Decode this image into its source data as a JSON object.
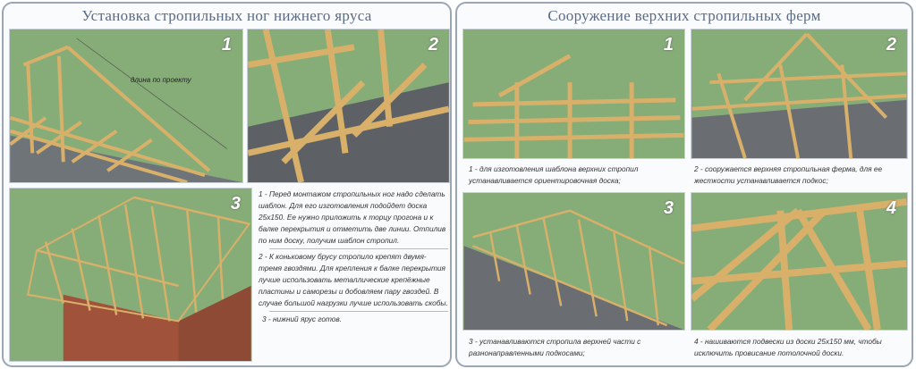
{
  "left": {
    "title": "Установка стропильных ног нижнего яруса",
    "images": [
      {
        "num": "1",
        "label": "длина по проекту"
      },
      {
        "num": "2"
      },
      {
        "num": "3"
      }
    ],
    "steps": [
      "1 - Перед монтажом стропильных ног надо сделать шаблон. Для его изготовления подойдет доска 25х150. Ее нужно приложить к торцу прогона и к балке перекрытия и отметить две линии. Отпилив по ним доску, получим шаблон стропил.",
      "2 - К коньковому брусу стропило крепят двумя-тремя гвоздями. Для крепления к балке перекрытия лучше использовать металлические крепёжные пластины и саморезы и добовляем пару гвоздей. В случае большой нагрузки лучше использовать скобы.",
      "3 - нижний ярус готов."
    ]
  },
  "right": {
    "title": "Сооружение верхних стропильных ферм",
    "images": [
      {
        "num": "1"
      },
      {
        "num": "2"
      },
      {
        "num": "3"
      },
      {
        "num": "4"
      }
    ],
    "captions": [
      "1 - для изготовления шаблона верхних стропил устанавливается ориентировочная доска;",
      "2 - сооружается верхняя стропильная ферма, для ее жесткости устанавливается подкос;",
      "3 - устанавливаются стропила верхней части с разнонаправленными подкосами;",
      "4 - нашиваются подвески из доски 25х150 мм, чтобы исключить провисание потолочной доски."
    ]
  },
  "colors": {
    "grass": "#86ad78",
    "wood": "#d8b06a",
    "title": "#5a6b85"
  }
}
